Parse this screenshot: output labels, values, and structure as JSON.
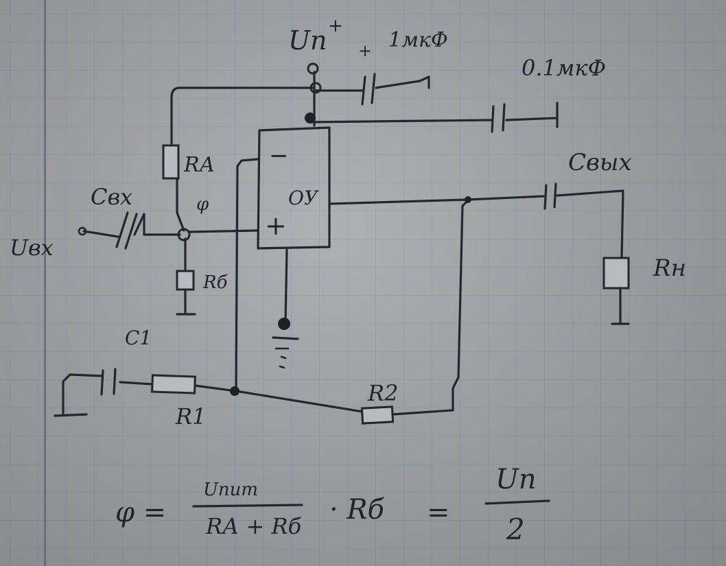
{
  "labels": {
    "supply": "Uп",
    "supply_sign": "+",
    "cap_1_plus": "+",
    "cap_1_value": "1мкФ",
    "cap_2_value": "0.1мкФ",
    "opamp_name": "ОУ",
    "opamp_minus": "−",
    "opamp_plus": "+",
    "resistor_a": "RА",
    "resistor_b": "Rб",
    "node_phi": "φ",
    "cap_in": "Cвх",
    "input_voltage": "Uвх",
    "cap_out": "Cвых",
    "load": "Rн",
    "cap_1": "C1",
    "resistor_1": "R1",
    "resistor_2": "R2"
  },
  "formula": {
    "lhs": "φ =",
    "fraction_numerator": "Uпит",
    "fraction_denominator": "RА + Rб",
    "times_rb": "· Rб",
    "equals": "=",
    "result_numerator": "Uп",
    "result_denominator": "2"
  }
}
